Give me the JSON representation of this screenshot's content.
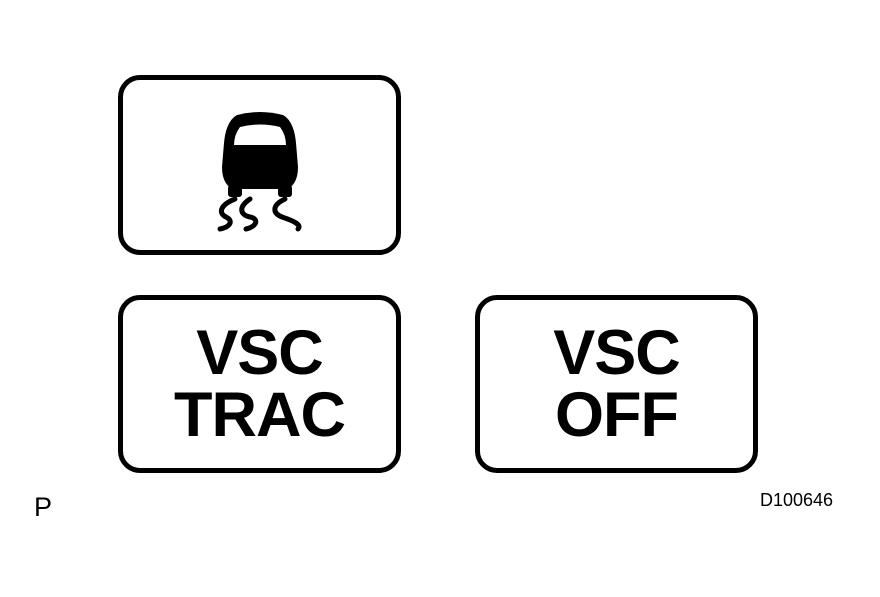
{
  "indicators": {
    "slip": {
      "icon": "car-skid-icon"
    },
    "vsc_trac": {
      "line1": "VSC",
      "line2": "TRAC"
    },
    "vsc_off": {
      "line1": "VSC",
      "line2": "OFF"
    }
  },
  "figure": {
    "letter": "P",
    "code": "D100646"
  },
  "colors": {
    "ink": "#000000",
    "background": "#ffffff"
  }
}
